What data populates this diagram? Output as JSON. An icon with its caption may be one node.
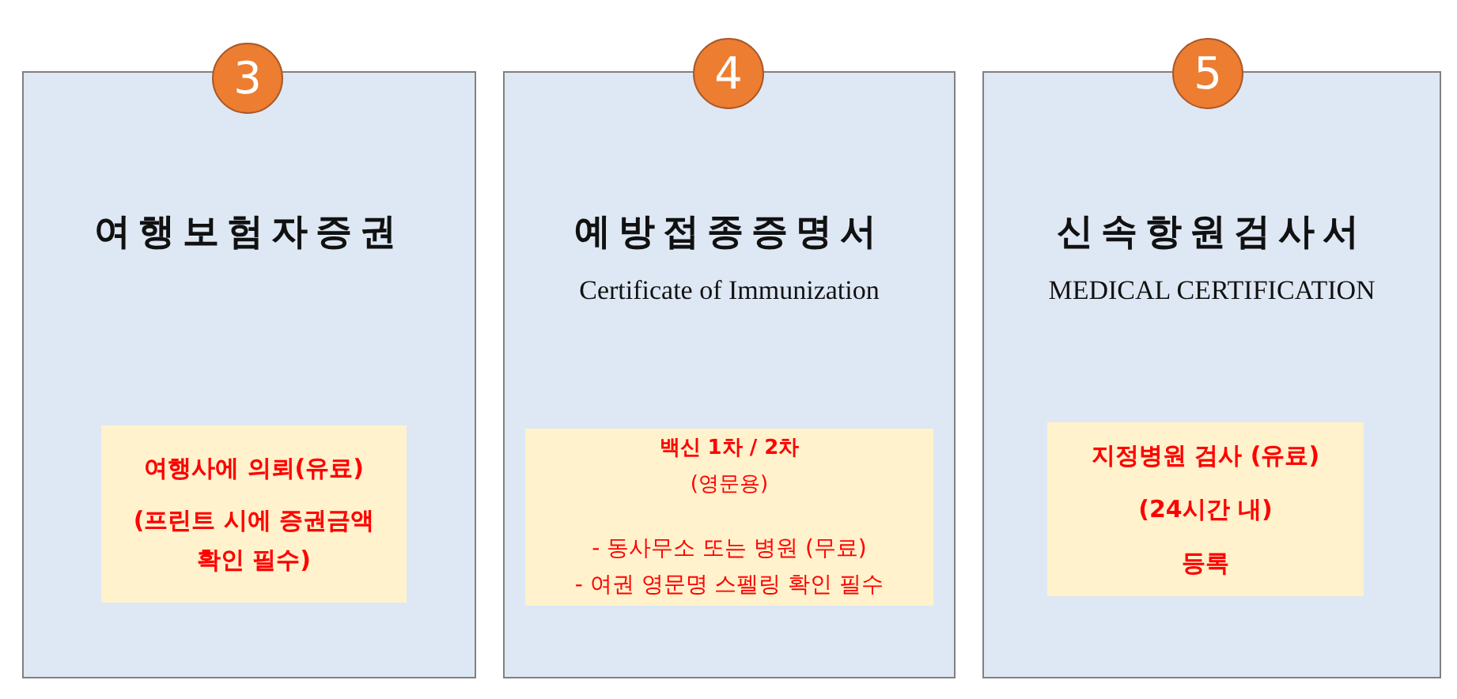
{
  "diagram": {
    "nodes": [
      {
        "text": [
          "3"
        ]
      },
      {
        "text": [
          "여행보험자증권"
        ]
      },
      {
        "text": [
          "여행사에 의뢰(유료)",
          "(프린트 시에 증권금액 확인 필수)"
        ],
        "in": 1
      },
      {
        "text": [
          "4"
        ]
      },
      {
        "text": [
          "예방접종증명서",
          "Certificate of Immunization"
        ]
      },
      {
        "text": [
          "백신 1차 / 2차",
          "(영문용)",
          "- 동사무소 또는 병원 (무료)",
          "- 여권 영문명 스펠링 확인 필수"
        ],
        "in": 4
      },
      {
        "text": [
          "5"
        ]
      },
      {
        "text": [
          "신속항원검사서",
          "MEDICAL CERTIFICATION"
        ]
      },
      {
        "text": [
          "지정병원 검사 (유료)",
          "(24시간 내)",
          "등록"
        ],
        "in": 7
      }
    ]
  }
}
